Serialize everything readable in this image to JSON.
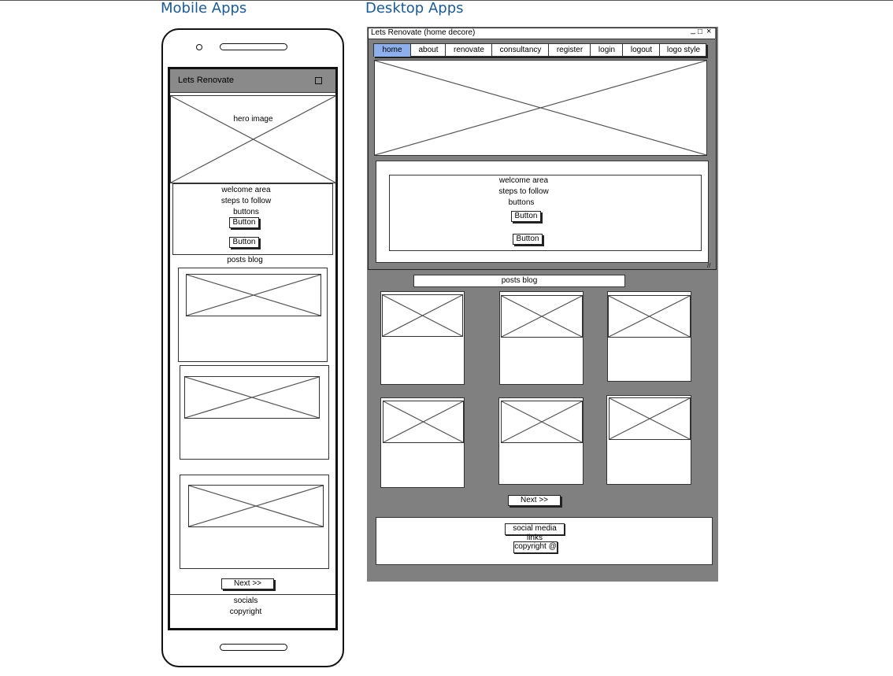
{
  "headings": {
    "mobile": "Mobile Apps",
    "desktop": "Desktop Apps"
  },
  "mobile": {
    "app_title": "Lets Renovate",
    "hero_label": "hero image",
    "welcome_lines": [
      "welcome area",
      "steps to follow",
      "buttons"
    ],
    "buttons": [
      "Button",
      "Button"
    ],
    "posts_label": "posts blog",
    "next_label": "Next >>",
    "footer_lines": [
      "socials",
      "copyright"
    ]
  },
  "desktop": {
    "window_title": "Lets Renovate (home decore)",
    "window_controls": [
      "_",
      "□",
      "×"
    ],
    "nav": [
      "home",
      "about",
      "renovate",
      "consultancy",
      "register",
      "login",
      "logout",
      "logo style"
    ],
    "active_nav": "home",
    "welcome_lines": [
      "welcome area",
      "steps to follow",
      "buttons"
    ],
    "buttons": [
      "Button",
      "Button"
    ],
    "posts_label": "posts blog",
    "next_label": "Next >>",
    "footer": [
      "social media links",
      "copyright @"
    ]
  },
  "colors": {
    "heading": "#1a5a96",
    "active_tab": "#8db0ec",
    "panel": "#808080",
    "appbar": "#8a8a8a"
  }
}
